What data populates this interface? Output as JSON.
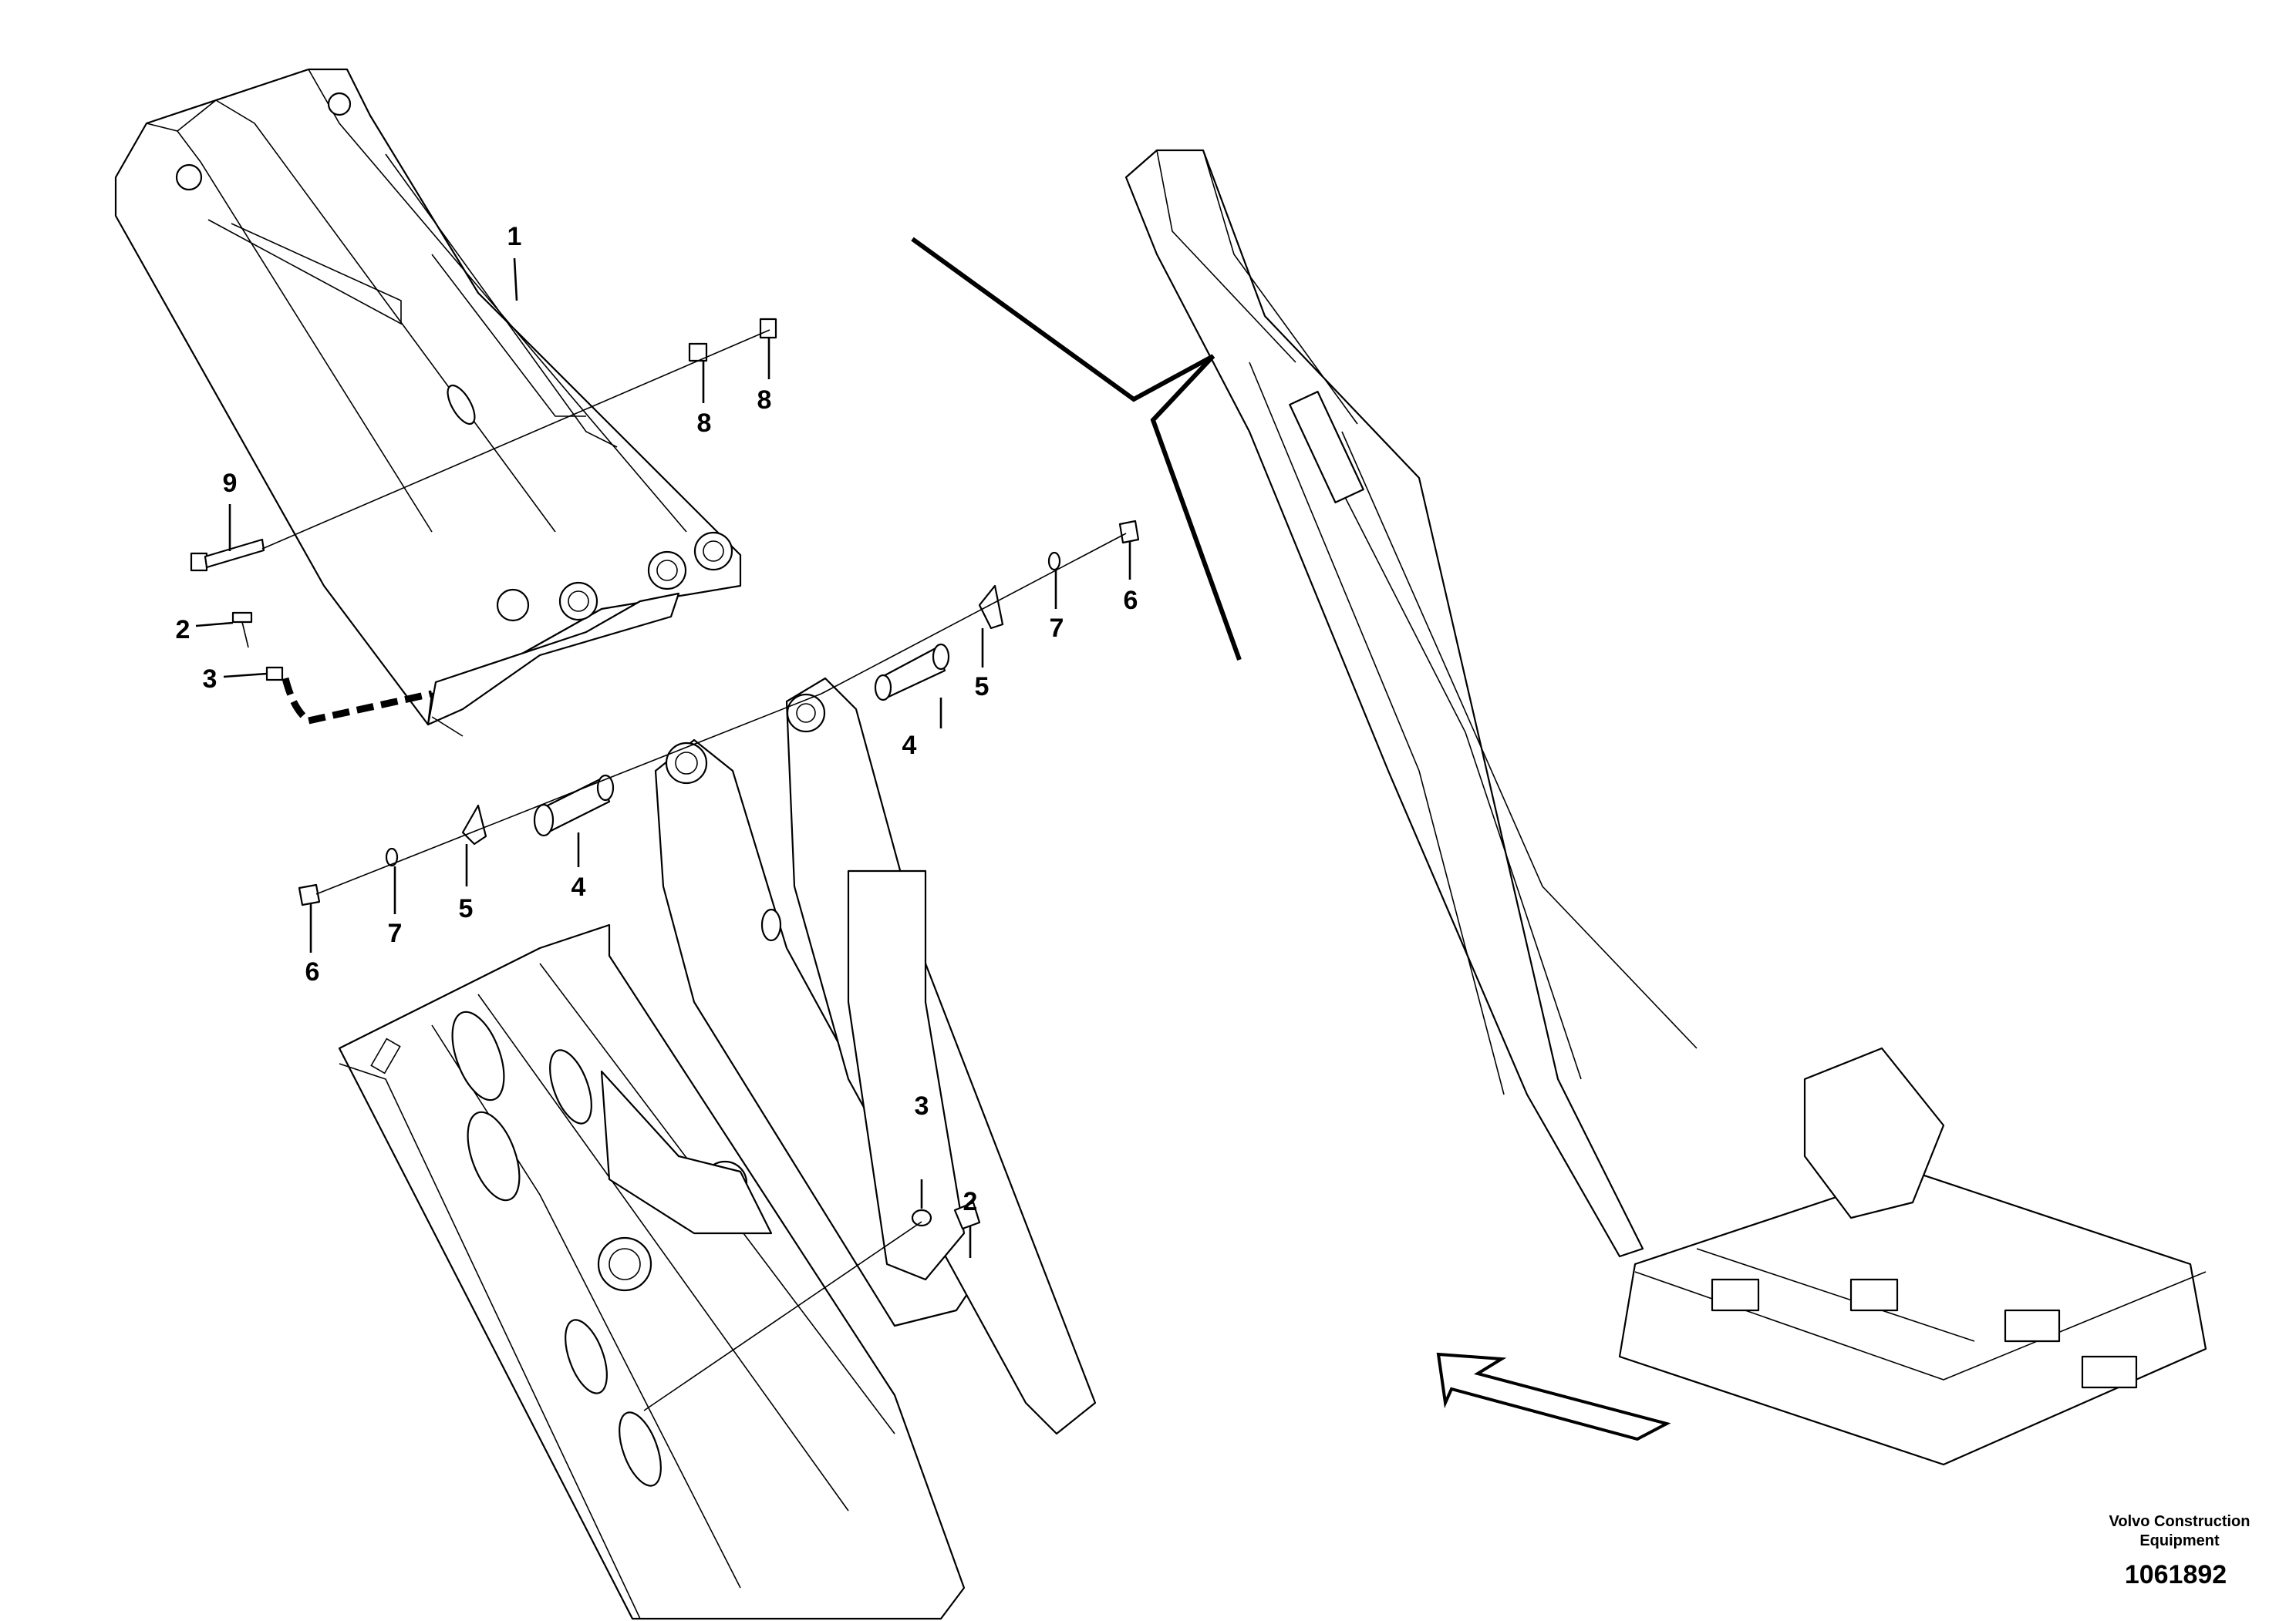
{
  "callouts": {
    "c1": "1",
    "c2a": "2",
    "c2b": "2",
    "c3a": "3",
    "c3b": "3",
    "c4a": "4",
    "c4b": "4",
    "c5a": "5",
    "c5b": "5",
    "c6a": "6",
    "c6b": "6",
    "c7a": "7",
    "c7b": "7",
    "c8a": "8",
    "c8b": "8",
    "c9": "9"
  },
  "footer": {
    "brand_line1": "Volvo Construction",
    "brand_line2": "Equipment",
    "document_number": "1061892"
  }
}
